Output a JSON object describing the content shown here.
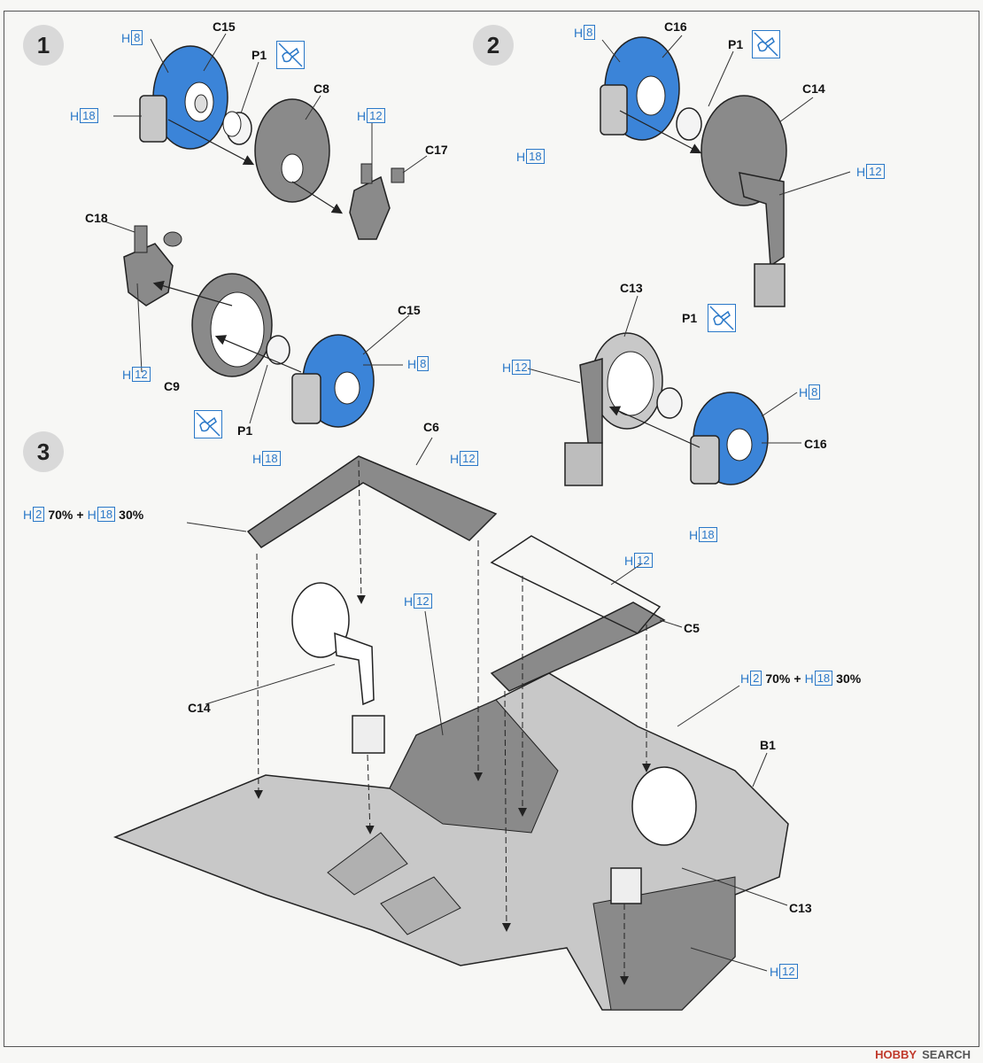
{
  "steps": {
    "s1": "1",
    "s2": "2",
    "s3": "3"
  },
  "parts": {
    "c15_a": "C15",
    "p1_a": "P1",
    "c8": "C8",
    "c17": "C17",
    "c18": "C18",
    "c9": "C9",
    "c15_b": "C15",
    "p1_b": "P1",
    "c16_a": "C16",
    "p1_c": "P1",
    "c14_a": "C14",
    "c13_a": "C13",
    "p1_d": "P1",
    "c16_b": "C16",
    "c6": "C6",
    "c14_b": "C14",
    "c5": "C5",
    "b1": "B1",
    "c13_b": "C13"
  },
  "colors": {
    "h_prefix": "H",
    "h8": "8",
    "h18": "18",
    "h12": "12",
    "h2": "2"
  },
  "mix": {
    "pct_70": "70%",
    "plus": "+",
    "pct_30": "30%"
  },
  "footer": {
    "brand": "HOBBY",
    "search": "SEARCH"
  },
  "palette": {
    "blue_part": "#3b84d8",
    "grey_part": "#8a8a8a",
    "light_part": "#c8c8c8",
    "callout_blue": "#2a78c8"
  }
}
